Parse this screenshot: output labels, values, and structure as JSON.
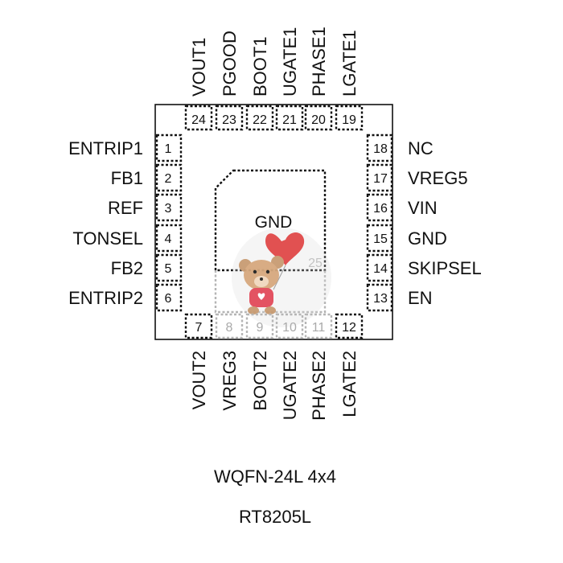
{
  "package": {
    "name": "WQFN-24L 4x4",
    "part": "RT8205L",
    "exposed_pad": {
      "label": "GND",
      "number": "25"
    }
  },
  "pins": {
    "top": [
      {
        "num": "24",
        "name": "VOUT1"
      },
      {
        "num": "23",
        "name": "PGOOD"
      },
      {
        "num": "22",
        "name": "BOOT1"
      },
      {
        "num": "21",
        "name": "UGATE1"
      },
      {
        "num": "20",
        "name": "PHASE1"
      },
      {
        "num": "19",
        "name": "LGATE1"
      }
    ],
    "left": [
      {
        "num": "1",
        "name": "ENTRIP1"
      },
      {
        "num": "2",
        "name": "FB1"
      },
      {
        "num": "3",
        "name": "REF"
      },
      {
        "num": "4",
        "name": "TONSEL"
      },
      {
        "num": "5",
        "name": "FB2"
      },
      {
        "num": "6",
        "name": "ENTRIP2"
      }
    ],
    "right": [
      {
        "num": "18",
        "name": "NC"
      },
      {
        "num": "17",
        "name": "VREG5"
      },
      {
        "num": "16",
        "name": "VIN"
      },
      {
        "num": "15",
        "name": "GND"
      },
      {
        "num": "14",
        "name": "SKIPSEL"
      },
      {
        "num": "13",
        "name": "EN"
      }
    ],
    "bottom": [
      {
        "num": "7",
        "name": "VOUT2"
      },
      {
        "num": "8",
        "name": "VREG3"
      },
      {
        "num": "9",
        "name": "BOOT2"
      },
      {
        "num": "10",
        "name": "UGATE2"
      },
      {
        "num": "11",
        "name": "PHASE2"
      },
      {
        "num": "12",
        "name": "LGATE2"
      }
    ]
  }
}
